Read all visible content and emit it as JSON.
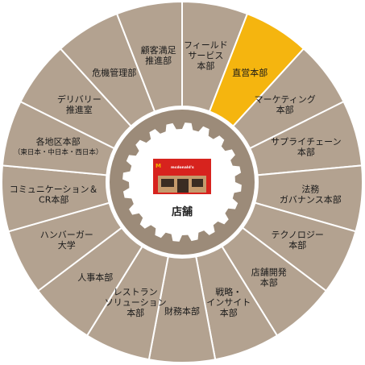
{
  "center": {
    "label": "店舗",
    "store_sign": "mcdonald's",
    "store_icon": "mcdonalds-storefront-icon"
  },
  "colors": {
    "segment": "#b3a290",
    "segment_highlight": "#f5b50f",
    "divider": "#ffffff",
    "inner_ring": "#9c8b79",
    "hub": "#ffffff",
    "store_red": "#d7231e",
    "store_wood": "#c49a6c",
    "store_dark": "#3a2c22"
  },
  "departments": [
    {
      "lines": [
        "フィールド",
        "サービス",
        "本部"
      ],
      "highlight": false
    },
    {
      "lines": [
        "直営本部"
      ],
      "highlight": true
    },
    {
      "lines": [
        "マーケティング",
        "本部"
      ],
      "highlight": false
    },
    {
      "lines": [
        "サプライチェーン",
        "本部"
      ],
      "highlight": false
    },
    {
      "lines": [
        "法務",
        "ガバナンス本部"
      ],
      "highlight": false
    },
    {
      "lines": [
        "テクノロジー",
        "本部"
      ],
      "highlight": false
    },
    {
      "lines": [
        "店舗開発",
        "本部"
      ],
      "highlight": false
    },
    {
      "lines": [
        "戦略・",
        "インサイト",
        "本部"
      ],
      "highlight": false
    },
    {
      "lines": [
        "財務本部"
      ],
      "highlight": false
    },
    {
      "lines": [
        "レストラン",
        "ソリューション",
        "本部"
      ],
      "highlight": false
    },
    {
      "lines": [
        "人事本部"
      ],
      "highlight": false
    },
    {
      "lines": [
        "ハンバーガー",
        "大学"
      ],
      "highlight": false
    },
    {
      "lines": [
        "コミュニケーション＆",
        "CR本部"
      ],
      "highlight": false
    },
    {
      "lines": [
        "各地区本部"
      ],
      "sub": "（東日本・中日本・西日本）",
      "highlight": false
    },
    {
      "lines": [
        "デリバリー",
        "推進室"
      ],
      "highlight": false
    },
    {
      "lines": [
        "危機管理部"
      ],
      "highlight": false
    },
    {
      "lines": [
        "顧客満足",
        "推進部"
      ],
      "highlight": false
    }
  ]
}
